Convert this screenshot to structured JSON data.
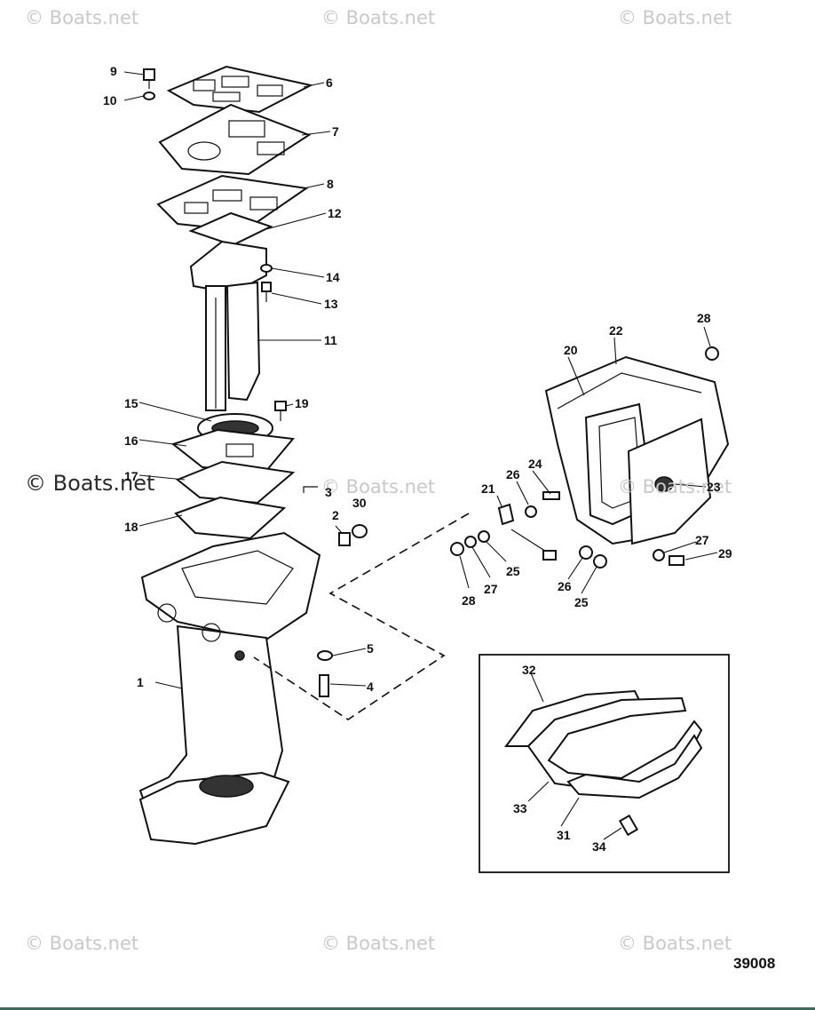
{
  "watermarks": {
    "top_left": "© Boats.net",
    "top_center": "© Boats.net",
    "top_right": "© Boats.net",
    "mid_left": "© Boats.net",
    "mid_center": "© Boats.net",
    "mid_right": "© Boats.net",
    "bottom_left": "© Boats.net",
    "bottom_center": "© Boats.net",
    "bottom_right": "© Boats.net"
  },
  "figure_number": "39008",
  "callouts": {
    "c1": "1",
    "c2": "2",
    "c3": "3",
    "c4": "4",
    "c5": "5",
    "c6": "6",
    "c7": "7",
    "c8": "8",
    "c9": "9",
    "c10": "10",
    "c11": "11",
    "c12": "12",
    "c13": "13",
    "c14": "14",
    "c15": "15",
    "c16": "16",
    "c17": "17",
    "c18": "18",
    "c19": "19",
    "c20": "20",
    "c21": "21",
    "c22": "22",
    "c23": "23",
    "c24": "24",
    "c25a": "25",
    "c25b": "25",
    "c26a": "26",
    "c26b": "26",
    "c27a": "27",
    "c27b": "27",
    "c28a": "28",
    "c28b": "28",
    "c29": "29",
    "c30": "30",
    "c31": "31",
    "c32": "32",
    "c33": "33",
    "c34": "34"
  }
}
